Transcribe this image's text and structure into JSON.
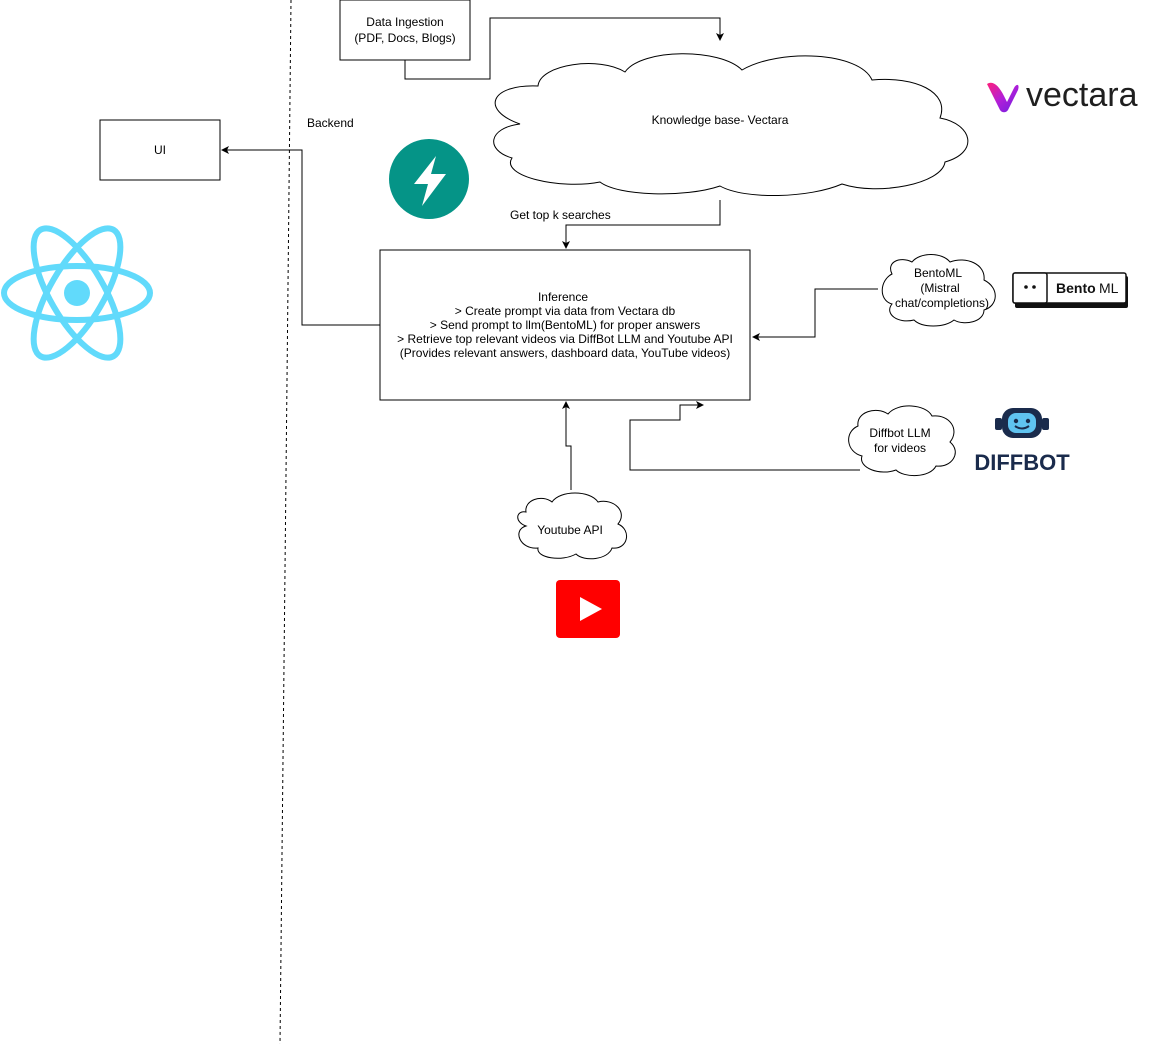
{
  "nodes": {
    "data_ingestion": {
      "lines": [
        "Data Ingestion",
        "(PDF, Docs, Blogs)"
      ]
    },
    "knowledge_base": {
      "label": "Knowledge base- Vectara"
    },
    "ui": {
      "label": "UI"
    },
    "inference": {
      "lines": [
        "Inference",
        "> Create prompt via data from Vectara db",
        "> Send prompt to llm(BentoML) for proper answers",
        "> Retrieve top relevant videos via DiffBot LLM and Youtube API",
        "(Provides relevant answers, dashboard data, YouTube videos)"
      ]
    },
    "bentoml": {
      "lines": [
        "BentoML",
        "(Mistral",
        "chat/completions)"
      ]
    },
    "diffbot": {
      "lines": [
        "Diffbot LLM",
        "for videos"
      ]
    },
    "youtube": {
      "label": "Youtube API"
    }
  },
  "labels": {
    "backend": "Backend",
    "top_k": "Get top k searches"
  },
  "logos": {
    "vectara": {
      "text": "vectara",
      "color": "#1f1f1f"
    },
    "bentoml": {
      "text_bold": "Bento",
      "text_light": "ML"
    },
    "diffbot": {
      "text": "DIFFBOT",
      "color": "#1a2b4c"
    },
    "fastapi": {
      "color": "#059487"
    },
    "react": {
      "color": "#61dafb"
    },
    "youtube": {
      "color": "#ff0000"
    }
  },
  "icons": [
    "react-logo-icon",
    "fastapi-bolt-icon",
    "vectara-logo-icon",
    "bentoml-logo-icon",
    "diffbot-robot-icon",
    "youtube-play-icon"
  ]
}
